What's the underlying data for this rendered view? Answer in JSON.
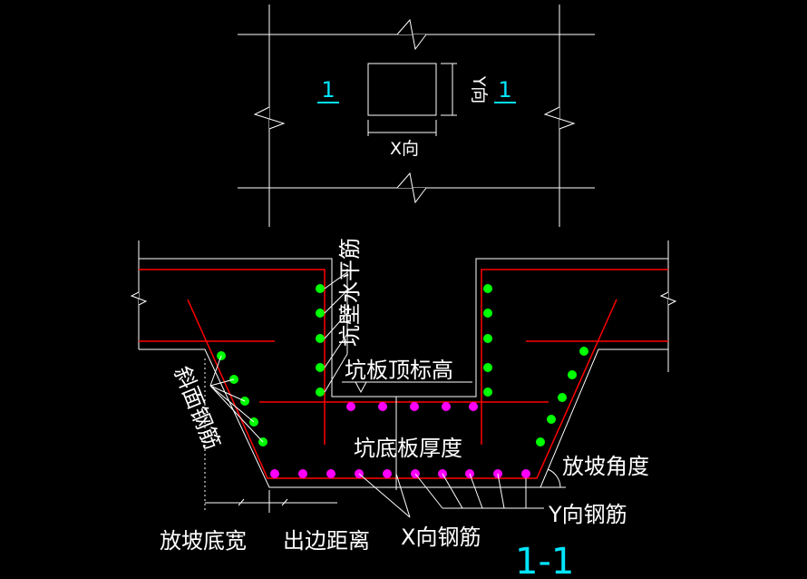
{
  "plan": {
    "section_mark_left": "1",
    "section_mark_right": "1",
    "label_x": "X向",
    "label_y": "Y向"
  },
  "section": {
    "wall_horizontal_rebar": "坑壁水平筋",
    "pit_top_elevation": "坑板顶标高",
    "slope_rebar": "斜面钢筋",
    "bottom_slab_thickness": "坑底板厚度",
    "slope_angle": "放坡角度",
    "y_rebar": "Y向钢筋",
    "x_rebar": "X向钢筋",
    "slope_bottom_width": "放坡底宽",
    "edge_distance": "出边距离",
    "section_title": "1-1"
  },
  "colors": {
    "background": "#000000",
    "line": "#ffffff",
    "rebar_line": "#ff0000",
    "rebar_dot_green": "#00ff00",
    "rebar_dot_magenta": "#ff00ff",
    "section_mark": "#00e5ff"
  }
}
